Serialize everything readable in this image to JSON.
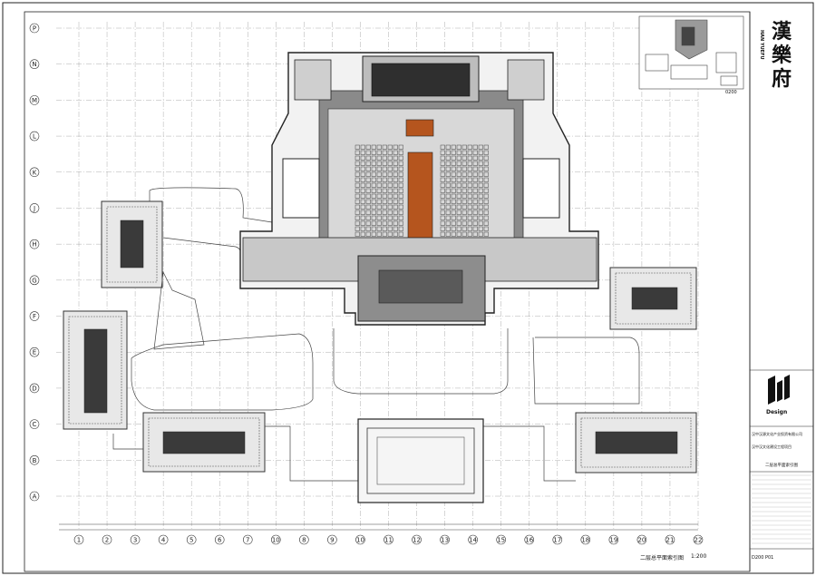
{
  "drawing": {
    "grid_rows": [
      "P",
      "N",
      "M",
      "L",
      "K",
      "J",
      "H",
      "G",
      "F",
      "E",
      "D",
      "C",
      "B",
      "A"
    ],
    "grid_cols": [
      "1",
      "2",
      "3",
      "4",
      "5",
      "6",
      "7",
      "10",
      "8",
      "9",
      "10",
      "11",
      "12",
      "13",
      "14",
      "15",
      "16",
      "17",
      "18",
      "19",
      "20",
      "21",
      "22"
    ],
    "caption": "二层总平面索引图",
    "scale": "1:200"
  },
  "title_block": {
    "project_name_chars": [
      "漢",
      "樂",
      "府"
    ],
    "project_vertical": "HAN YUEFU",
    "sheet_code_top": "0200",
    "logo_text": "Design",
    "owner": "汉中汉源文化产业投资有限公司",
    "project": "汉中汉文化建设工程项目",
    "sheet_title": "二层总平面索引图",
    "sheet_number": "D200 P01"
  },
  "colors": {
    "line": "#222222",
    "grid": "#999999",
    "wall": "#555555",
    "seat": "#444444",
    "stage": "#b5551e",
    "roof_dark": "#3a3a3a"
  }
}
